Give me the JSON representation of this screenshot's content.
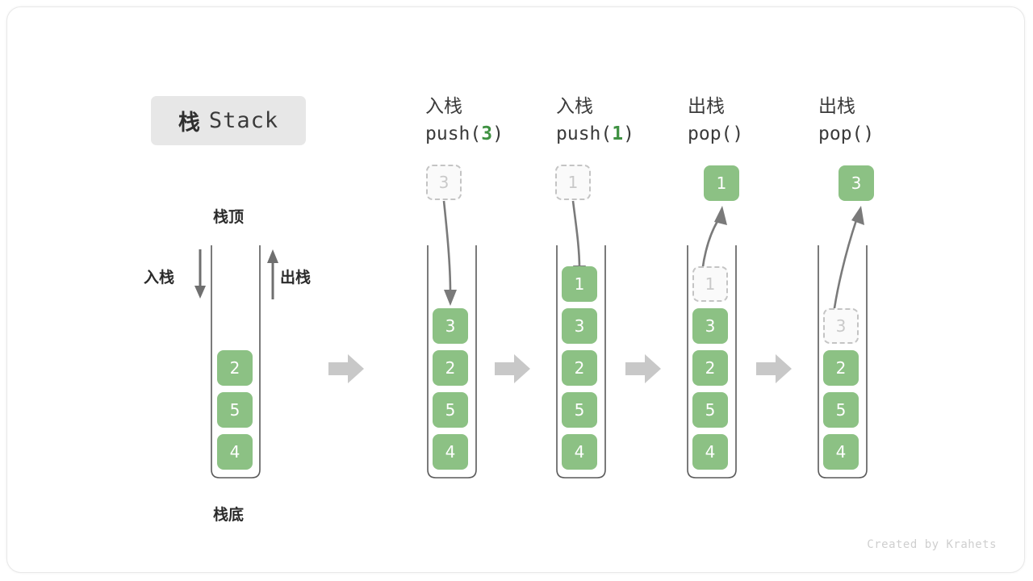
{
  "title": {
    "cn": "栈",
    "en": "Stack"
  },
  "footer": {
    "credit": "Created by Krahets"
  },
  "palette": {
    "cell_green": "#8cc184",
    "ghost_border": "#c4c4c4",
    "ghost_text": "#c9c9c9",
    "arrow_gray": "#7a7a7a",
    "step_arrow_gray": "#c8c8c8",
    "badge_bg": "#e7e7e7",
    "accent_green_text": "#3f9142"
  },
  "overview": {
    "top_label": "栈顶",
    "bottom_label": "栈底",
    "push_label": "入栈",
    "pop_label": "出栈",
    "stack": [
      "2",
      "5",
      "4"
    ]
  },
  "steps": [
    {
      "id": "push-3",
      "op_cn": "入栈",
      "op_code_prefix": "push(",
      "op_code_arg": "3",
      "op_code_suffix": ")",
      "operation": "push",
      "floating_value": "3",
      "floating_kind": "ghost",
      "floating_position": "above",
      "stack": [
        {
          "value": "3",
          "kind": "solid"
        },
        {
          "value": "2",
          "kind": "solid"
        },
        {
          "value": "5",
          "kind": "solid"
        },
        {
          "value": "4",
          "kind": "solid"
        }
      ]
    },
    {
      "id": "push-1",
      "op_cn": "入栈",
      "op_code_prefix": "push(",
      "op_code_arg": "1",
      "op_code_suffix": ")",
      "operation": "push",
      "floating_value": "1",
      "floating_kind": "ghost",
      "floating_position": "above",
      "stack": [
        {
          "value": "1",
          "kind": "solid"
        },
        {
          "value": "3",
          "kind": "solid"
        },
        {
          "value": "2",
          "kind": "solid"
        },
        {
          "value": "5",
          "kind": "solid"
        },
        {
          "value": "4",
          "kind": "solid"
        }
      ]
    },
    {
      "id": "pop-1",
      "op_cn": "出栈",
      "op_code_prefix": "pop(",
      "op_code_arg": "",
      "op_code_suffix": ")",
      "operation": "pop",
      "floating_value": "1",
      "floating_kind": "solid",
      "floating_position": "above",
      "stack": [
        {
          "value": "1",
          "kind": "ghost"
        },
        {
          "value": "3",
          "kind": "solid"
        },
        {
          "value": "2",
          "kind": "solid"
        },
        {
          "value": "5",
          "kind": "solid"
        },
        {
          "value": "4",
          "kind": "solid"
        }
      ]
    },
    {
      "id": "pop-3",
      "op_cn": "出栈",
      "op_code_prefix": "pop(",
      "op_code_arg": "",
      "op_code_suffix": ")",
      "operation": "pop",
      "floating_value": "3",
      "floating_kind": "solid",
      "floating_position": "above",
      "stack": [
        {
          "value": "",
          "kind": "empty"
        },
        {
          "value": "3",
          "kind": "ghost"
        },
        {
          "value": "2",
          "kind": "solid"
        },
        {
          "value": "5",
          "kind": "solid"
        },
        {
          "value": "4",
          "kind": "solid"
        }
      ]
    }
  ],
  "step_separator_icon": "right-block-arrow"
}
